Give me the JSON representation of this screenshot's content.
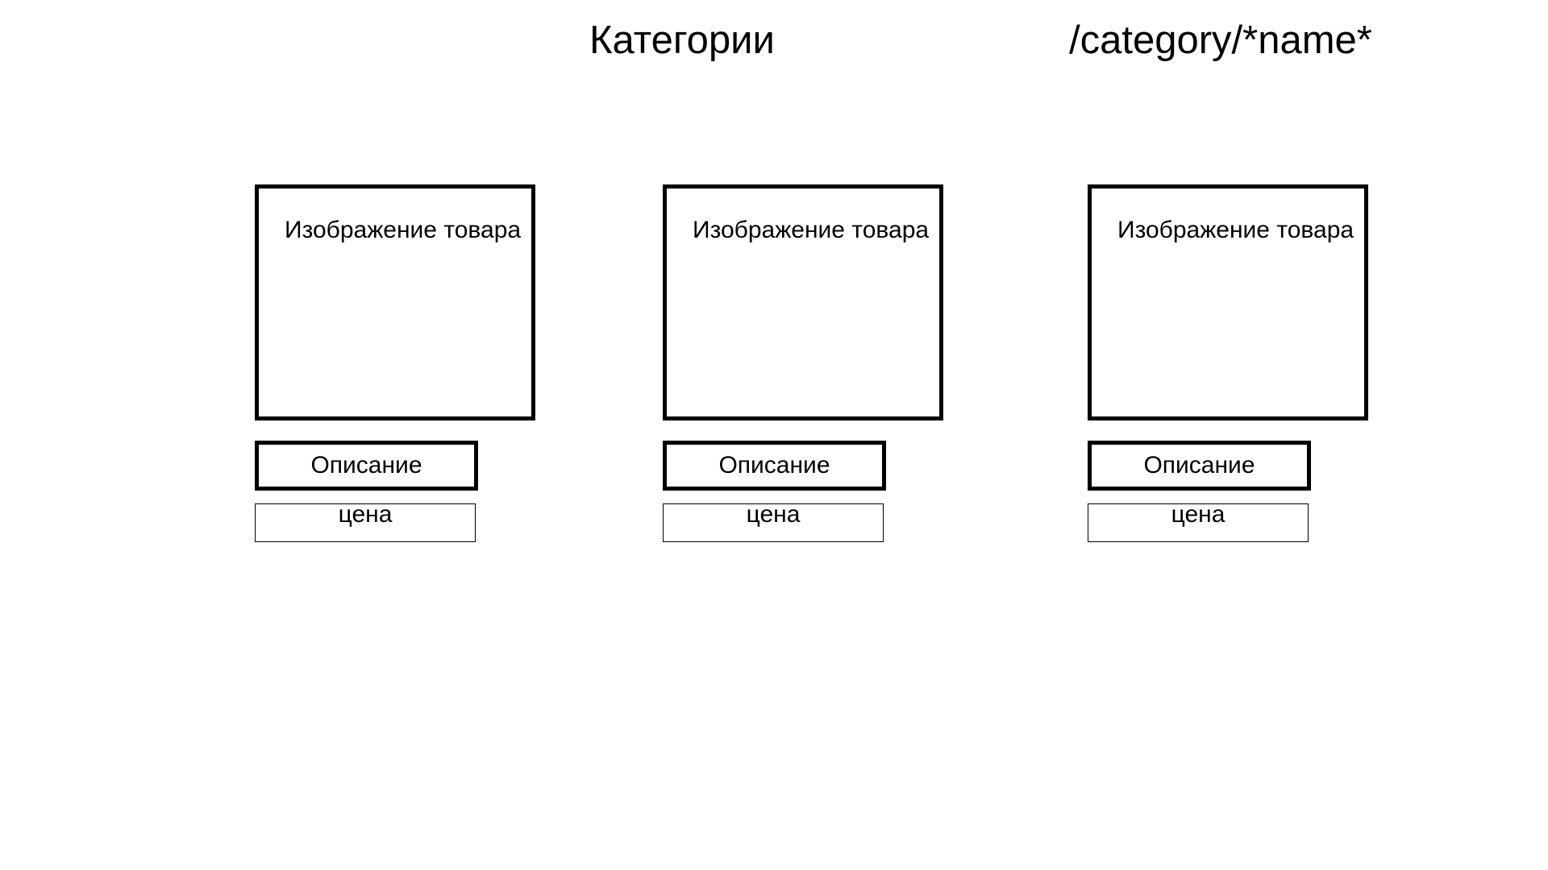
{
  "header": {
    "title": "Категории",
    "route": "/category/*name*"
  },
  "products": [
    {
      "image_label": "Изображение товара",
      "description": "Описание",
      "price": "цена"
    },
    {
      "image_label": "Изображение товара",
      "description": "Описание",
      "price": "цена"
    },
    {
      "image_label": "Изображение товара",
      "description": "Описание",
      "price": "цена"
    }
  ]
}
